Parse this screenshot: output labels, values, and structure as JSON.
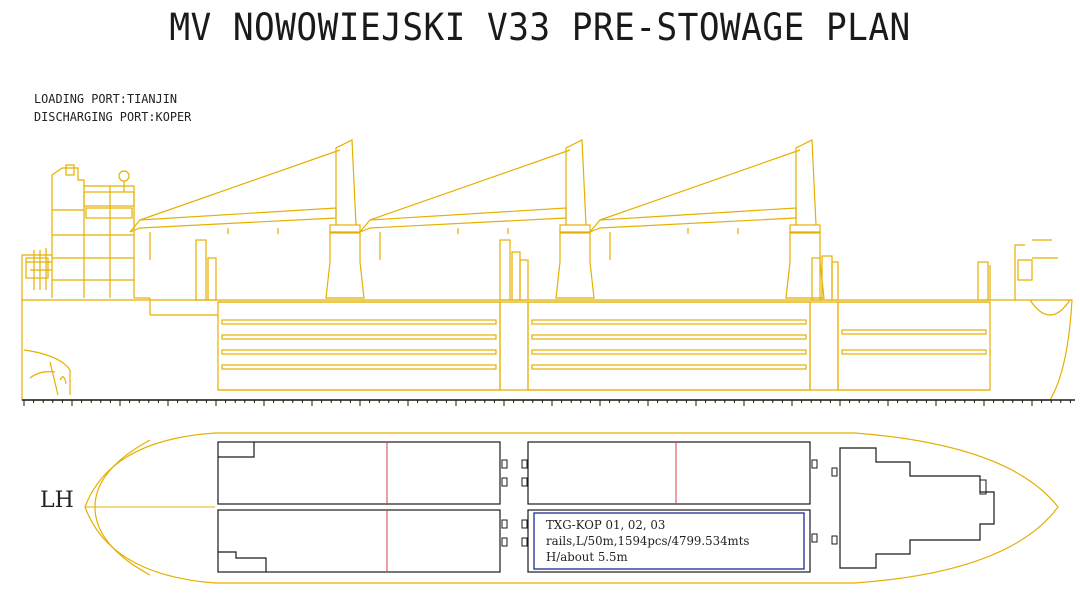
{
  "plan": {
    "title": "MV NOWOWIEJSKI V33 PRE-STOWAGE PLAN",
    "loading_port": "LOADING PORT:TIANJIN",
    "discharging_port": "DISCHARGING PORT:KOPER",
    "side": "LH"
  },
  "cargo": {
    "line1": "TXG-KOP 01, 02, 03",
    "line2": "rails,L/50m,1594pcs/4799.534mts",
    "line3": "H/about 5.5m"
  },
  "colors": {
    "vessel": "#e5b000",
    "hold": "#1a1a1a",
    "divider": "#d94040",
    "highlight": "#2a3b9a"
  }
}
